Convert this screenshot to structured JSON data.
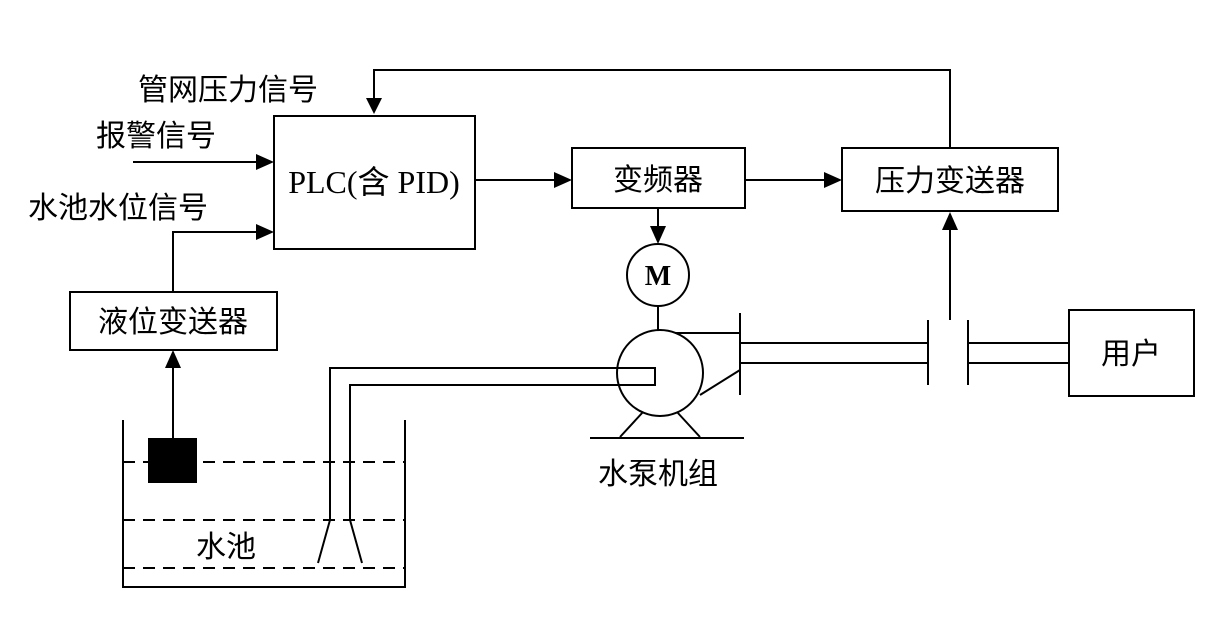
{
  "labels": {
    "plc": "PLC(含 PID)",
    "inverter": "变频器",
    "pressure_transmitter": "压力变送器",
    "level_transmitter": "液位变送器",
    "user": "用户",
    "motor": "M",
    "pump_unit": "水泵机组",
    "tank": "水池",
    "pipe_pressure_signal": "管网压力信号",
    "alarm_signal": "报警信号",
    "tank_level_signal": "水池水位信号"
  }
}
